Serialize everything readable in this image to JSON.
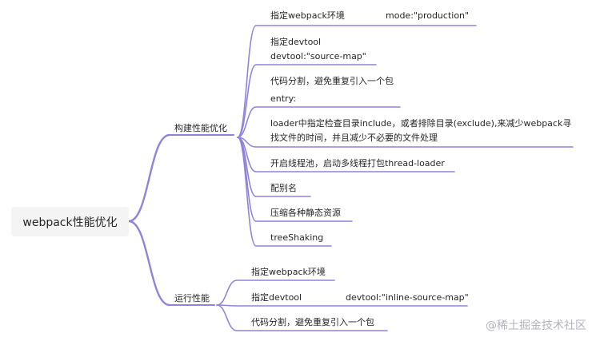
{
  "root": {
    "label": "webpack性能优化"
  },
  "branches": [
    {
      "label": "构建性能优化",
      "children": [
        {
          "lines": [
            "指定webpack环境"
          ],
          "aside": "mode:\"production\""
        },
        {
          "lines": [
            "指定devtool",
            " devtool:\"source-map\""
          ]
        },
        {
          "lines": [
            "代码分割，避免重复引入一个包",
            " entry:"
          ]
        },
        {
          "lines": [
            "loader中指定检查目录include，或者排除目录(exclude),来减少webpack寻",
            "找文件的时间，并且减少不必要的文件处理"
          ]
        },
        {
          "lines": [
            "开启线程池，启动多线程打包thread-loader"
          ]
        },
        {
          "lines": [
            "配别名"
          ]
        },
        {
          "lines": [
            "压缩各种静态资源"
          ]
        },
        {
          "lines": [
            "treeShaking"
          ]
        }
      ]
    },
    {
      "label": "运行性能",
      "children": [
        {
          "lines": [
            "指定webpack环境"
          ]
        },
        {
          "lines": [
            "指定devtool"
          ],
          "aside": "devtool:\"inline-source-map\""
        },
        {
          "lines": [
            "代码分割，避免重复引入一个包"
          ]
        }
      ]
    }
  ],
  "watermark": "@稀土掘金技术社区",
  "colors": {
    "line": "#8f84dc",
    "rootBg": "#f4f4f5",
    "text": "#262626"
  }
}
